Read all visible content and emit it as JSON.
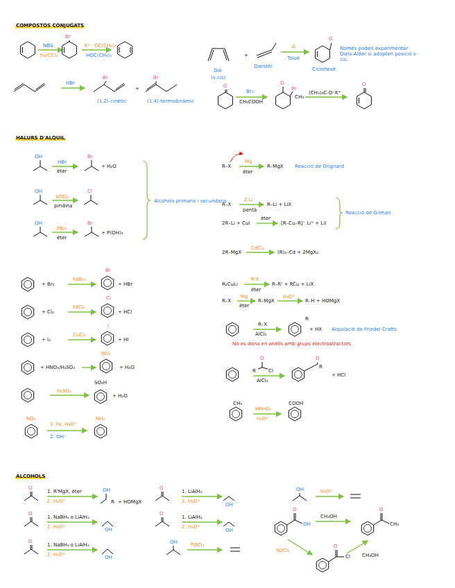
{
  "diagram": {
    "labels": [
      "COMPOSTOS CONJUGATS",
      "NBS",
      "hν/CCl₄",
      "Br",
      "K⁺ ⁻OC(CH₃)₃",
      "HOC(CH₃)₃",
      "HBr",
      "Br",
      "+",
      "Br",
      "(1,2)-cinètic",
      "(1,4)-termodinàmic",
      "Diè",
      "(s-cis)",
      "+",
      "Dienòfil",
      "Δ",
      "Toluè",
      "O",
      "Ciclohexè",
      "Només poden experimentar Diels-Alder si adopten posició s-cis.",
      "O",
      "Br₂",
      "CH₃COOH",
      "O",
      "Br",
      "CH₃",
      "(CH₃)₃C-O⁻K⁺",
      "O",
      "HALURS D'ALQUIL",
      "OH",
      "HBr",
      "èter",
      "Br",
      "+ H₂O",
      "OH",
      "SOCl₂",
      "piridina",
      "Cl",
      "OH",
      "PBr₃",
      "èter",
      "Br",
      "+ P(OH)₃",
      "Alcohols primaris i secundaris",
      "+ Br₂",
      "FeBr₃",
      "Br",
      "+ HBr",
      "+ Cl₂",
      "FeCl₃",
      "Cl",
      "+ HCl",
      "+ I₂",
      "CuCl₂",
      "I",
      "+ HI",
      "+ HNO₃/H₂SO₄",
      "NO₂",
      "+ H₂O",
      "H₂SO₄",
      "SO₃H",
      "+ H₂O",
      "NO₂",
      "1. Fe, H₃O⁺",
      "2. OH⁻",
      "NH₂",
      "R–X",
      "Mg",
      "èter",
      "R–MgX",
      "Reacció de Grignard",
      "R–X",
      "2 Li",
      "pentà",
      "R–Li + LiX",
      "2R–Li + CuI",
      "èter",
      "[R–Cu–R]⁻ Li⁺ + LiI",
      "Reacció de Gilman",
      "2R–MgX",
      "CdCl₂",
      "(R)₂–Cd + 2MgX₂",
      "R₂CuLi",
      "R'X",
      "èter",
      "R–R' + RCu + LiX",
      "R–X",
      "Mg",
      "èter",
      "R–MgX",
      "H₃O⁺",
      "R–H + HOMgX",
      "R–X",
      "AlCl₃",
      "R",
      "+ HX",
      "Alquilació de Friedel-Crafts",
      "No es dona en anells amb grups electroatractors.",
      "O",
      "R",
      "Cl",
      "AlCl₃",
      "O",
      "R",
      "+ HCl",
      "CH₃",
      "KMnO₄",
      "H₃O⁺",
      "COOH",
      "ALCOHOLS",
      "O",
      "1. R'MgX, èter",
      "2. H₃O⁺",
      "OH",
      "R",
      "+ HOMgX",
      "O",
      "1. NaBH₄ o LiAlH₄",
      "2. H₃O⁺",
      "OH",
      "O",
      "1. NaBH₄ o LiAlH₄",
      "2. H₃O⁺",
      "OH",
      "O",
      "1. LiAlH₄",
      "2. H₃O⁺",
      "OH",
      "O",
      "1. LiAlH₄",
      "2. H₃O⁺",
      "OH",
      "OH",
      "POCl₃",
      "OH",
      "H₃O⁺",
      "O",
      "OH",
      "CH₃OH",
      "O",
      "CH₃",
      "SOCl₂",
      "O",
      "Cl",
      "CH₃OH"
    ]
  }
}
